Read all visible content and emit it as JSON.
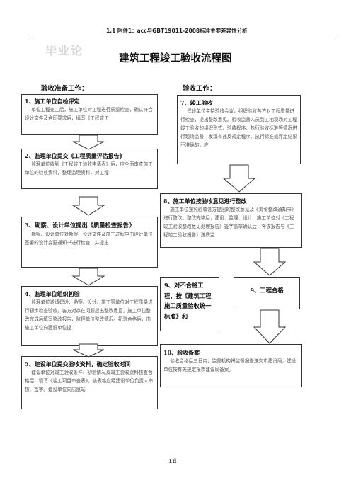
{
  "header": {
    "text": "1.1 附件1：acc与GBT19011-2008标准主要差异性分析",
    "watermark": "毕业论"
  },
  "doc": {
    "title": "建筑工程竣工验收流程图",
    "left_section": "验收准备工作：",
    "right_section": "验收工作："
  },
  "boxes": {
    "b1": {
      "title": "1、施工单位自检评定",
      "body": "单位工程完工后，施工单位对工程进行质量检查，确认符合设计文件及合同要求后，填写《工程竣工"
    },
    "b2": {
      "title": "2、监理单位提交《工程质量评估报告》",
      "body": "监理单位收到《工程竣工验收申请表》后，应全面审查施工单位的验收资料，整理监理资料，对工程"
    },
    "b3": {
      "title": "3、勘察、设计单位提出《质量检查报告》",
      "body": "勘察、设计单位对勘察、设计文件及施工过程中由设计单位签署的设计变更通知书进行检查，并提出"
    },
    "b4": {
      "title": "4、监理单位组织初验",
      "body": "监理单位邀请建设、勘察、设计、施工等单位对工程质量进行初步检查验收。各方对存在问题提出整改意见，施工单位整改完成后填写整改报告，监理单位整改情况。初验合格后，由施工单位向建设单位提"
    },
    "b5": {
      "title": "5、建设单位提交验收资料，确定验收时间",
      "body": "建设单位对竣工验收条件、初验情况及竣工验收资料核查合格后，填写《竣工项目审查表》，该表格应经建设单位负责人审核、签字。建设单位向质监站"
    },
    "b7": {
      "title": "7、竣工验收",
      "body": "建设单位主持验收会议，组织验收各方对工程质量进行检查，提出整改意见。验收监督人员到工地现场对工程竣工验收的组织形式、验收程序、执行验收标准等情况进行现场监督，发现有违反规定程序、执行标准或评定结果不准确的，应"
    },
    "b8": {
      "title": "8、施工单位按验收意见进行整改",
      "body": "施工单位按照验收各方提出的整改意见及《责令整改通知书》进行整改，整改完毕后，建设、监理、设计、施工单位对《工程竣工验收整改意见处理报告》签字盖章确认后，将该报告与《工程竣工验收报告》送质监"
    },
    "b9a": {
      "title": "9、对不合格工程，按《建筑工程施工质量验收统一标准》和"
    },
    "b9b": {
      "title": "9、工程合格"
    },
    "b10": {
      "title": "10、验收备案",
      "body": "验收合格后三日内，监督机构将监督报告送交市建设局，建设单位按有关规定报市建设局备案。"
    }
  },
  "footer": {
    "page": "1d"
  }
}
